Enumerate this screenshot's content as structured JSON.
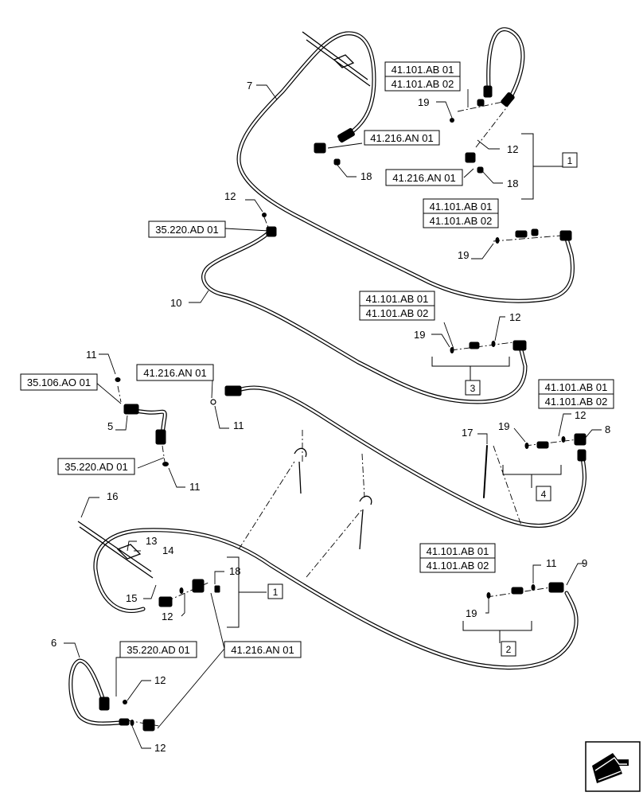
{
  "diagram": {
    "reference_labels": [
      {
        "id": "ref-a1",
        "text": "41.101.AB 01"
      },
      {
        "id": "ref-a2",
        "text": "41.101.AB 02"
      },
      {
        "id": "ref-b1",
        "text": "41.216.AN 01"
      },
      {
        "id": "ref-c1",
        "text": "41.216.AN 01"
      },
      {
        "id": "ref-d1",
        "text": "41.101.AB 01"
      },
      {
        "id": "ref-d2",
        "text": "41.101.AB 02"
      },
      {
        "id": "ref-e1",
        "text": "35.220.AD 01"
      },
      {
        "id": "ref-f1",
        "text": "41.101.AB 01"
      },
      {
        "id": "ref-f2",
        "text": "41.101.AB 02"
      },
      {
        "id": "ref-g1",
        "text": "35.106.AO 01"
      },
      {
        "id": "ref-h1",
        "text": "41.216.AN 01"
      },
      {
        "id": "ref-i1",
        "text": "41.101.AB 01"
      },
      {
        "id": "ref-i2",
        "text": "41.101.AB 02"
      },
      {
        "id": "ref-j1",
        "text": "35.220.AD 01"
      },
      {
        "id": "ref-k1",
        "text": "41.101.AB 01"
      },
      {
        "id": "ref-k2",
        "text": "41.101.AB 02"
      },
      {
        "id": "ref-l1",
        "text": "35.220.AD 01"
      },
      {
        "id": "ref-m1",
        "text": "41.216.AN 01"
      }
    ],
    "group_boxes": [
      {
        "id": "grp-1a",
        "text": "1"
      },
      {
        "id": "grp-3",
        "text": "3"
      },
      {
        "id": "grp-4",
        "text": "4"
      },
      {
        "id": "grp-1b",
        "text": "1"
      },
      {
        "id": "grp-2",
        "text": "2"
      }
    ],
    "callouts": [
      {
        "id": "c7",
        "text": "7"
      },
      {
        "id": "c19a",
        "text": "19"
      },
      {
        "id": "c18a",
        "text": "18"
      },
      {
        "id": "c12a",
        "text": "12"
      },
      {
        "id": "c18b",
        "text": "18"
      },
      {
        "id": "c12b",
        "text": "12"
      },
      {
        "id": "c19b",
        "text": "19"
      },
      {
        "id": "c10",
        "text": "10"
      },
      {
        "id": "c19c",
        "text": "19"
      },
      {
        "id": "c12c",
        "text": "12"
      },
      {
        "id": "c11a",
        "text": "11"
      },
      {
        "id": "c11b",
        "text": "11"
      },
      {
        "id": "c5",
        "text": "5"
      },
      {
        "id": "c11c",
        "text": "11"
      },
      {
        "id": "c19d",
        "text": "19"
      },
      {
        "id": "c12d",
        "text": "12"
      },
      {
        "id": "c8",
        "text": "8"
      },
      {
        "id": "c17",
        "text": "17"
      },
      {
        "id": "c16",
        "text": "16"
      },
      {
        "id": "c13",
        "text": "13"
      },
      {
        "id": "c14",
        "text": "14"
      },
      {
        "id": "c15",
        "text": "15"
      },
      {
        "id": "c12e",
        "text": "12"
      },
      {
        "id": "c18c",
        "text": "18"
      },
      {
        "id": "c11d",
        "text": "11"
      },
      {
        "id": "c9",
        "text": "9"
      },
      {
        "id": "c19e",
        "text": "19"
      },
      {
        "id": "c6",
        "text": "6"
      },
      {
        "id": "c12f",
        "text": "12"
      },
      {
        "id": "c12g",
        "text": "12"
      }
    ],
    "nav_icon": "next-page-arrow-icon"
  }
}
